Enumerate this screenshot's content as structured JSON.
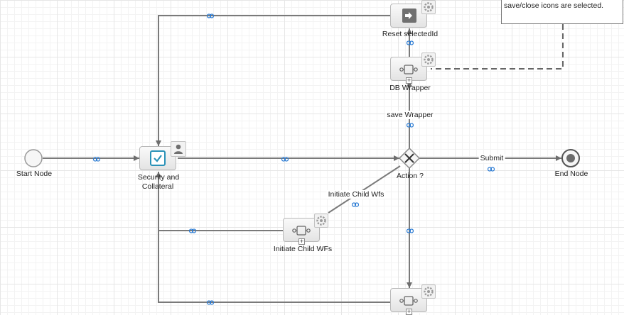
{
  "diagram": {
    "nodes": {
      "start": {
        "label": "Start Node"
      },
      "end": {
        "label": "End Node"
      },
      "security": {
        "label_line1": "Security and",
        "label_line2": "Collateral"
      },
      "gateway": {
        "label": "Action ?"
      },
      "reset": {
        "label": "Reset selectedId"
      },
      "db_wrapper": {
        "label": "DB Wrapper"
      },
      "initiate_child": {
        "label": "Initiate Child WFs"
      }
    },
    "edges": {
      "save_wrapper": "save Wrapper",
      "submit": "Submit",
      "initiate_child_wfs": "Initiate Child Wfs"
    },
    "annotation": {
      "text": "save/close icons are selected."
    }
  },
  "colors": {
    "link": "#2b7bd3",
    "checkbox": "#2a92b8",
    "edge": "#7a7a7a"
  }
}
